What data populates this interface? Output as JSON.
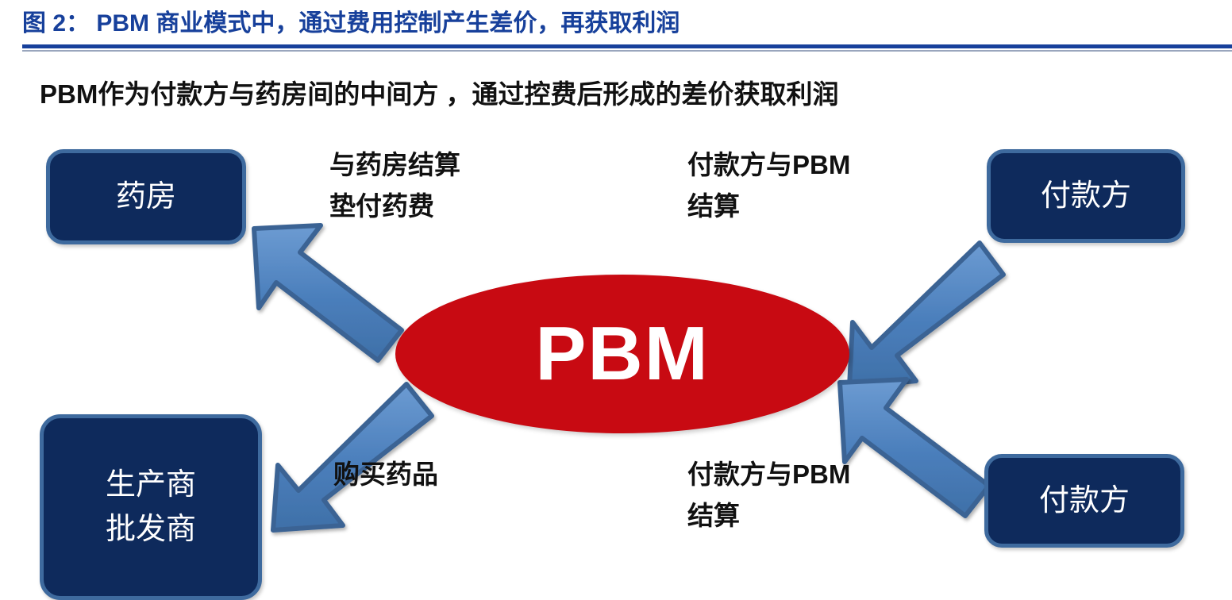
{
  "figure": {
    "title": "图 2：  PBM 商业模式中，通过费用控制产生差价，再获取利润",
    "sub_caption": "PBM作为付款方与药房间的中间方 ，通过控费后形成的差价获取利润",
    "accent_color": "#17409B",
    "rule_color": "#9AA6BD"
  },
  "diagram": {
    "center": {
      "label": "PBM",
      "shape": "ellipse",
      "fill": "#C80A12",
      "text_color": "#FFFFFF"
    },
    "nodes": [
      {
        "id": "pharmacy",
        "lines": [
          "药房"
        ],
        "position": "top-left",
        "fill": "#0E2A5C",
        "border": "#3E6A9E"
      },
      {
        "id": "payer-top",
        "lines": [
          "付款方"
        ],
        "position": "top-right",
        "fill": "#0E2A5C",
        "border": "#3E6A9E"
      },
      {
        "id": "supplier",
        "lines": [
          "生产商",
          "批发商"
        ],
        "position": "bottom-left",
        "fill": "#0E2A5C",
        "border": "#3E6A9E"
      },
      {
        "id": "payer-bottom",
        "lines": [
          "付款方"
        ],
        "position": "bottom-right",
        "fill": "#0E2A5C",
        "border": "#3E6A9E"
      }
    ],
    "flows": [
      {
        "id": "pharmacy-flow",
        "lines": [
          "与药房结算",
          "垫付药费"
        ],
        "from": "PBM",
        "to": "药房",
        "direction": "up-left"
      },
      {
        "id": "payer-top-flow",
        "lines": [
          "付款方与PBM",
          "结算"
        ],
        "from": "付款方",
        "to": "PBM",
        "direction": "down-left"
      },
      {
        "id": "buy-drugs-flow",
        "lines": [
          "购买药品"
        ],
        "from": "PBM",
        "to": "生产商批发商",
        "direction": "down-left"
      },
      {
        "id": "payer-bottom-flow",
        "lines": [
          "付款方与PBM",
          "结算"
        ],
        "from": "付款方",
        "to": "PBM",
        "direction": "up-left"
      }
    ],
    "arrow_color": "#4A7EBB",
    "arrow_outline": "#3B6394"
  }
}
